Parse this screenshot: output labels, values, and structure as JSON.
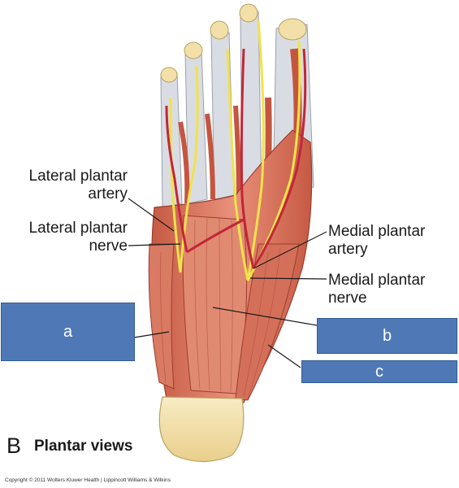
{
  "labels": {
    "lateral_artery": [
      "Lateral plantar",
      "artery"
    ],
    "lateral_nerve": [
      "Lateral plantar",
      "nerve"
    ],
    "medial_artery": [
      "Medial plantar",
      "artery"
    ],
    "medial_nerve": [
      "Medial plantar",
      "nerve"
    ]
  },
  "boxes": {
    "a": "a",
    "b": "b",
    "c": "c"
  },
  "panel": {
    "letter": "B",
    "title": "Plantar views"
  },
  "copyright": "Copyright © 2011 Wolters Kluwer Health | Lippincott Williams & Wilkins",
  "colors": {
    "muscle": "#d9735a",
    "muscle_dark": "#b0483a",
    "tendon": "#d9dde3",
    "nerve": "#f2e24a",
    "artery": "#c2263a",
    "heel": "#f3dfa8",
    "box": "#4f79b6"
  }
}
